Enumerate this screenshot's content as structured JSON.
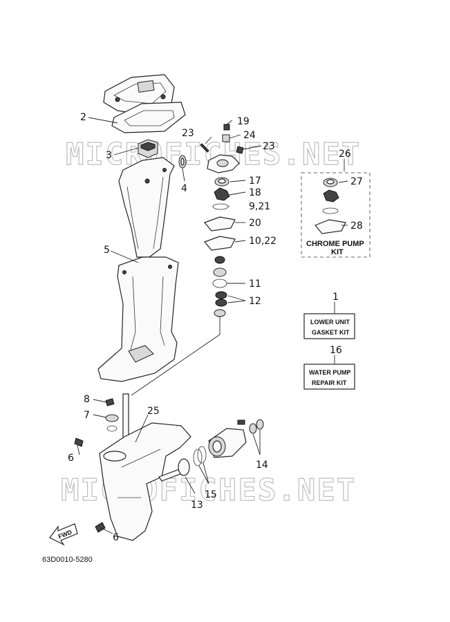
{
  "watermark": "MICROFICHES.NET",
  "callouts": {
    "c1": "1",
    "c2": "2",
    "c3": "3",
    "c4": "4",
    "c5": "5",
    "c6a": "6",
    "c6b": "6",
    "c7": "7",
    "c8": "8",
    "c9": "9,21",
    "c10": "10,22",
    "c11": "11",
    "c12": "12",
    "c13": "13",
    "c14": "14",
    "c15": "15",
    "c16": "16",
    "c17": "17",
    "c18": "18",
    "c19": "19",
    "c20": "20",
    "c23a": "23",
    "c23b": "23",
    "c24": "24",
    "c25": "25",
    "c26": "26",
    "c27": "27",
    "c28": "28"
  },
  "kits": {
    "gasket_line1": "LOWER UNIT",
    "gasket_line2": "GASKET KIT",
    "repair_line1": "WATER PUMP",
    "repair_line2": "REPAIR KIT",
    "chrome_line1": "CHROME PUMP",
    "chrome_line2": "KIT"
  },
  "fwd_label": "FWD",
  "diagram_code": "63D0010-5280"
}
